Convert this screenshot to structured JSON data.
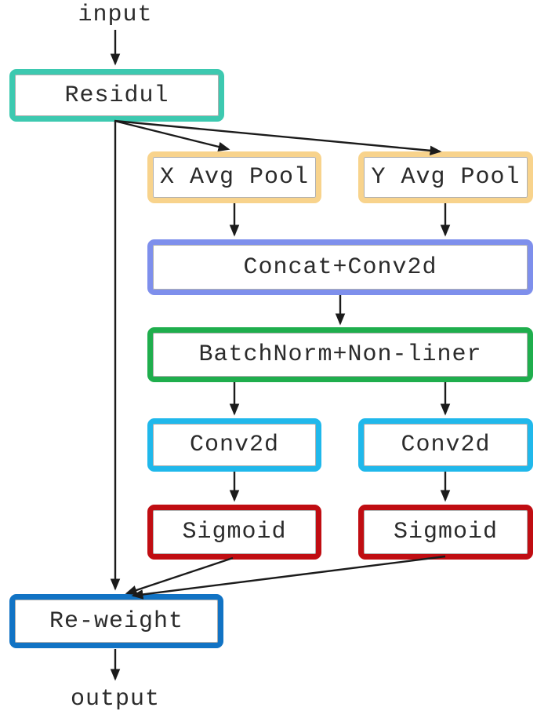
{
  "diagram": {
    "title": "attention-module-flowchart",
    "io": {
      "input_label": "input",
      "output_label": "output"
    },
    "nodes": {
      "residual": {
        "label": "Residul",
        "border_color": "#3dc9b0"
      },
      "x_avg_pool": {
        "label": "X Avg Pool",
        "border_color": "#f8d38c"
      },
      "y_avg_pool": {
        "label": "Y Avg Pool",
        "border_color": "#f8d38c"
      },
      "concat_conv2d": {
        "label": "Concat+Conv2d",
        "border_color": "#7e8fec"
      },
      "batchnorm": {
        "label": "BatchNorm+Non-liner",
        "border_color": "#1fae4d"
      },
      "conv2d_left": {
        "label": "Conv2d",
        "border_color": "#20b8eb"
      },
      "conv2d_right": {
        "label": "Conv2d",
        "border_color": "#20b8eb"
      },
      "sigmoid_left": {
        "label": "Sigmoid",
        "border_color": "#c00d12"
      },
      "sigmoid_right": {
        "label": "Sigmoid",
        "border_color": "#c00d12"
      },
      "reweight": {
        "label": "Re-weight",
        "border_color": "#1173c4"
      }
    },
    "edges": [
      {
        "from": "input",
        "to": "residual"
      },
      {
        "from": "residual",
        "to": "x_avg_pool"
      },
      {
        "from": "residual",
        "to": "y_avg_pool"
      },
      {
        "from": "residual",
        "to": "reweight"
      },
      {
        "from": "x_avg_pool",
        "to": "concat_conv2d"
      },
      {
        "from": "y_avg_pool",
        "to": "concat_conv2d"
      },
      {
        "from": "concat_conv2d",
        "to": "batchnorm"
      },
      {
        "from": "batchnorm",
        "to": "conv2d_left"
      },
      {
        "from": "batchnorm",
        "to": "conv2d_right"
      },
      {
        "from": "conv2d_left",
        "to": "sigmoid_left"
      },
      {
        "from": "conv2d_right",
        "to": "sigmoid_right"
      },
      {
        "from": "sigmoid_left",
        "to": "reweight"
      },
      {
        "from": "sigmoid_right",
        "to": "reweight"
      },
      {
        "from": "reweight",
        "to": "output"
      }
    ],
    "colors": {
      "arrow": "#1b1b1b",
      "text": "#2b2b2b",
      "background": "#ffffff"
    }
  }
}
